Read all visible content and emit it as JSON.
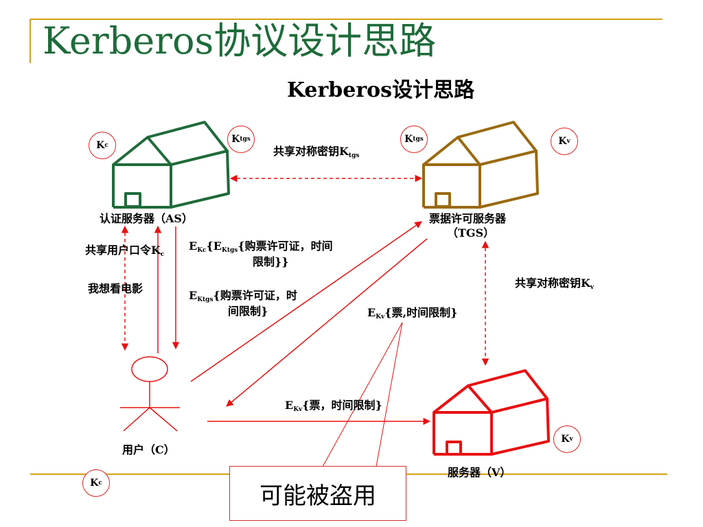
{
  "slide": {
    "title": "Kerberos协议设计思路",
    "subtitle": "Kerberos设计思路"
  },
  "colors": {
    "accent_line": "#d4a017",
    "title": "#1e6b3a",
    "as_house": "#1f6b3a",
    "tgs_house": "#9a6a10",
    "server_house": "#e81010",
    "arrow": "#e81010"
  },
  "nodes": {
    "as_label": "认证服务器（AS）",
    "tgs_label_line1": "票据许可服务器",
    "tgs_label_line2": "（TGS）",
    "server_label": "服务器（V）",
    "user_label": "用户（C）"
  },
  "keys": {
    "base": "K",
    "c": "c",
    "tgs": "tgs",
    "v": "v"
  },
  "links": {
    "as_tgs_shared_prefix": "共享对称密钥K",
    "as_tgs_shared_sub": "tgs",
    "tgs_v_shared_prefix": "共享对称密钥K",
    "tgs_v_shared_sub": "v",
    "user_as_shared_prefix": "共享用户口令K",
    "user_as_shared_sub": "c",
    "request": "我想看电影"
  },
  "messages": {
    "m1_e": "E",
    "m1_sub1": "Kc",
    "m1_mid": "{E",
    "m1_sub2": "Ktgs",
    "m1_line1_rest": "{购票许可证，时间",
    "m1_line2": "限制}}",
    "m2_e": "E",
    "m2_sub": "Ktgs",
    "m2_line1_rest": "{购票许可证，时",
    "m2_line2": "间限制}",
    "m3_e": "E",
    "m3_sub": "Kv",
    "m3_rest": "{票,时间限制}",
    "m4_e": "E",
    "m4_sub": "Kv",
    "m4_rest": "{票，时间限制}"
  },
  "callout": {
    "text": "可能被盗用"
  }
}
